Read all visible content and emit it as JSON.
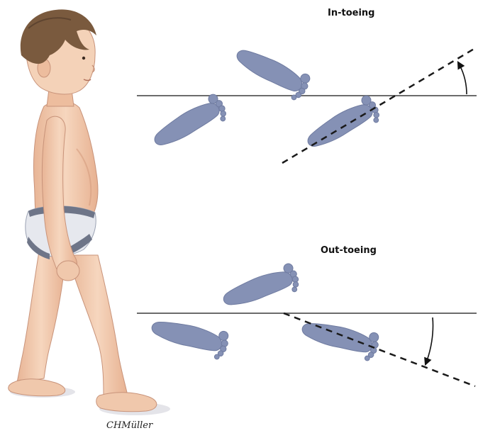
{
  "panels": {
    "in_toeing": {
      "title": "In-toeing"
    },
    "out_toeing": {
      "title": "Out-toeing"
    }
  },
  "artist_signature": "CHMüller",
  "colors": {
    "foot": "#8591B5",
    "foot_stroke": "#6F7BA0",
    "line": "#6b6b6b",
    "skin": "#F2CDB0",
    "skin_shade": "#E0A98A",
    "hair": "#7A5A3E",
    "brief": "#E6E8EE",
    "brief_band": "#6E7588"
  },
  "icons": {
    "child": "walking-child-illustration",
    "footprint": "footprint-icon",
    "arrow": "curved-arrow-icon"
  }
}
